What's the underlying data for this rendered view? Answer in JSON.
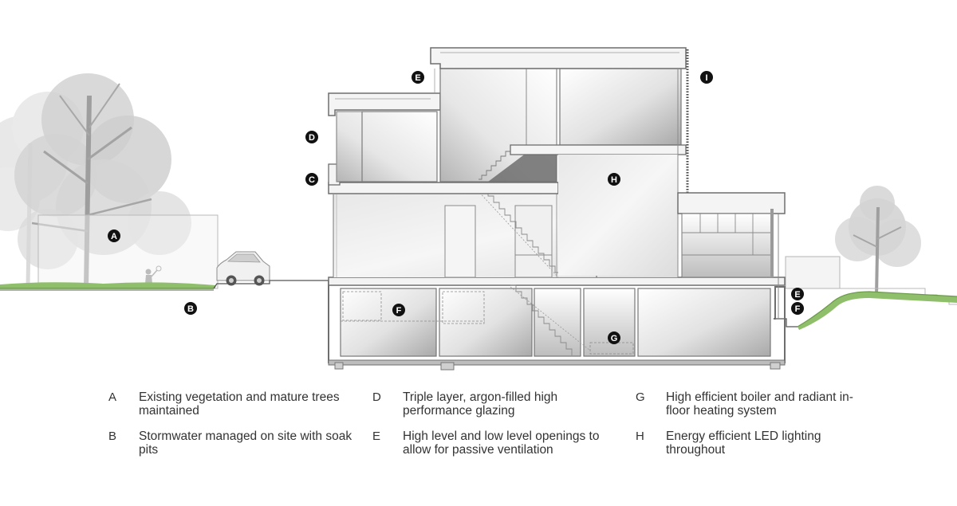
{
  "markers": {
    "a": "A",
    "b": "B",
    "c": "C",
    "d": "D",
    "e_upper": "E",
    "e_lower": "E",
    "f_interior": "F",
    "f_exterior": "F",
    "g": "G",
    "h": "H",
    "i": "I"
  },
  "legend": [
    {
      "letter": "A",
      "text": "Existing vegetation and mature trees maintained"
    },
    {
      "letter": "B",
      "text": "Stormwater managed on site with soak pits"
    },
    {
      "letter": "D",
      "text": "Triple layer, argon-filled high performance glazing"
    },
    {
      "letter": "E",
      "text": "High level and low level openings to allow for passive ventilation"
    },
    {
      "letter": "G",
      "text": "High efficient boiler and radiant in-floor heating system"
    },
    {
      "letter": "H",
      "text": "Energy efficient LED lighting throughout"
    }
  ],
  "colors": {
    "marker": "#111111",
    "structure": "#6e6e6e",
    "vegetation": "#8fbf6a",
    "tree": "#c4c4c4"
  }
}
